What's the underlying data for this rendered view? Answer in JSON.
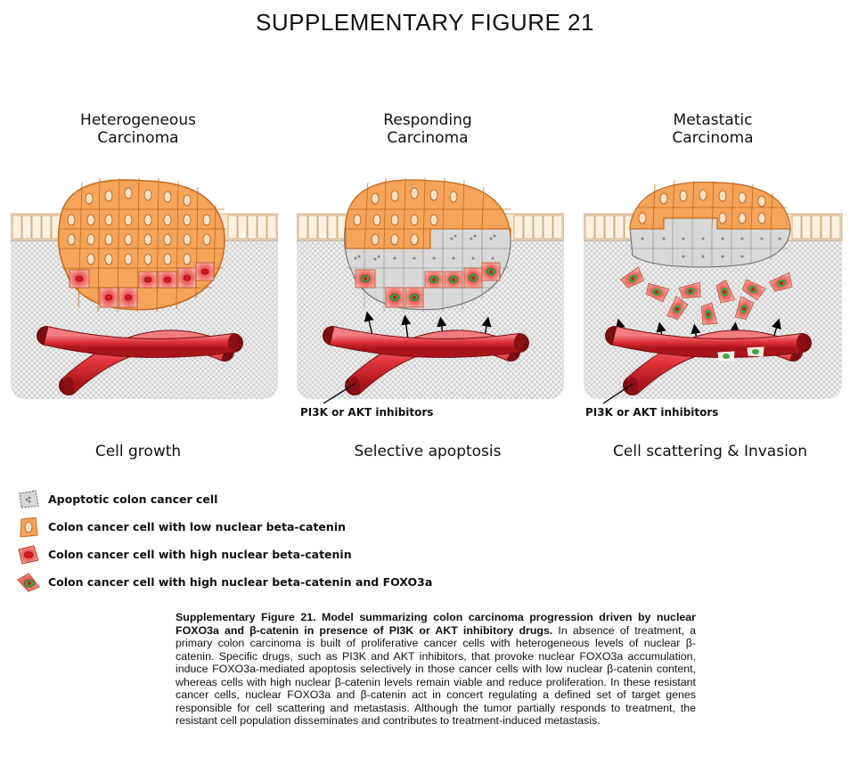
{
  "figure": {
    "title": "SUPPLEMENTARY FIGURE 21"
  },
  "panels": [
    {
      "title_line1": "Heterogeneous",
      "title_line2": "Carcinoma",
      "caption": "Cell growth"
    },
    {
      "title_line1": "Responding",
      "title_line2": "Carcinoma",
      "caption": "Selective apoptosis",
      "drug_label": "PI3K or AKT inhibitors"
    },
    {
      "title_line1": "Metastatic",
      "title_line2": "Carcinoma",
      "caption": "Cell scattering & Invasion",
      "drug_label": "PI3K or AKT inhibitors"
    }
  ],
  "legend": [
    {
      "label": "Apoptotic colon cancer cell",
      "icon": "apoptotic-cell-icon"
    },
    {
      "label": "Colon cancer cell with low nuclear beta-catenin",
      "icon": "low-beta-catenin-cell-icon"
    },
    {
      "label": "Colon cancer cell with high nuclear beta-catenin",
      "icon": "high-beta-catenin-cell-icon"
    },
    {
      "label": "Colon cancer cell with high nuclear beta-catenin and FOXO3a",
      "icon": "foxo3a-cell-icon"
    }
  ],
  "caption": {
    "bold": "Supplementary Figure 21. Model summarizing colon carcinoma progression driven by nuclear FOXO3a and β-catenin in presence of PI3K or AKT inhibitory drugs.",
    "body": " In absence of treatment, a primary colon carcinoma is built of proliferative cancer cells with heterogeneous levels of nuclear β-catenin. Specific drugs, such as PI3K and AKT inhibitors, that provoke nuclear FOXO3a accumulation, induce FOXO3a-mediated apoptosis selectively in those cancer cells with low nuclear β-catenin content, whereas cells with high nuclear β-catenin levels remain viable and reduce proliferation. In these resistant cancer cells, nuclear FOXO3a and β-catenin act in concert regulating a defined set of target genes responsible for cell scattering and metastasis. Although the tumor partially responds to treatment, the resistant cell population disseminates and contributes to treatment-induced metastasis."
  },
  "colors": {
    "tumor_orange": "#f5a45a",
    "cell_outline": "#c46a1c",
    "high_red": "#e0282e",
    "foxo_green": "#3aa640",
    "apoptotic_gray": "#d6d6d6",
    "vessel_red": "#e8444a",
    "stroma_gray": "#dcdcdc"
  }
}
